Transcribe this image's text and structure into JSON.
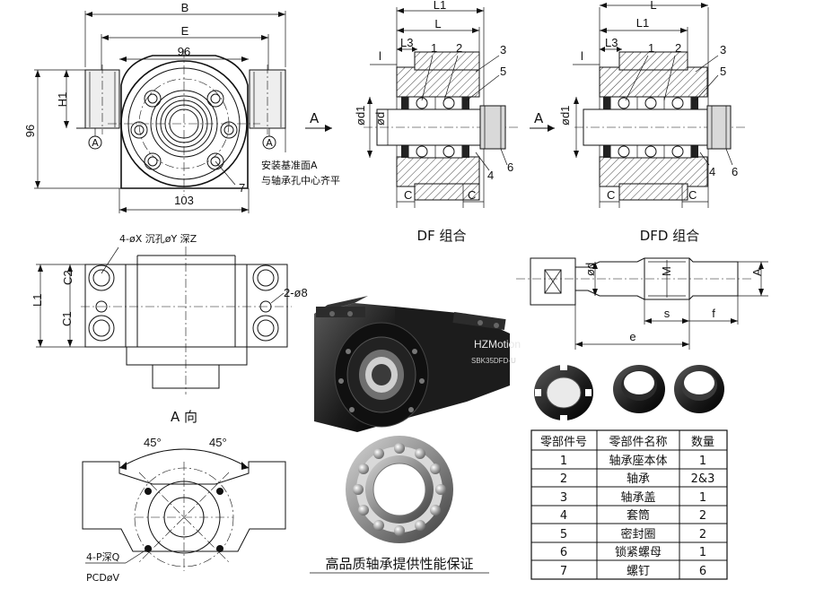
{
  "front_view": {
    "dim_B": "B",
    "dim_E": "E",
    "dim_96_top": "96",
    "dim_96_side": "96",
    "dim_H1": "H1",
    "dim_103": "103",
    "datum_A": "A",
    "callout_7": "7",
    "note_line1": "安装基准面A",
    "note_line2": "与轴承孔中心齐平"
  },
  "df_section": {
    "caption": "DF 组合",
    "dim_L1": "L1",
    "dim_L": "L",
    "dim_L3": "L3",
    "dim_l": "l",
    "dim_d1": "ød1",
    "dim_d": "ød",
    "dim_C_left": "C",
    "dim_C_right": "C",
    "arrow_A": "A",
    "parts": [
      "1",
      "2",
      "3",
      "5",
      "6",
      "4"
    ]
  },
  "dfd_section": {
    "caption": "DFD 组合",
    "dim_L": "L",
    "dim_L1": "L1",
    "dim_L3": "L3",
    "dim_l": "l",
    "dim_d1": "ød1",
    "dim_C_left": "C",
    "dim_C_right": "C",
    "arrow_A": "A",
    "parts": [
      "1",
      "2",
      "3",
      "5",
      "4",
      "6"
    ]
  },
  "top_view": {
    "hole_note": "4-øX 沉孔øY 深Z",
    "pin_note": "2-ø8",
    "dim_C2": "C2",
    "dim_C1": "C1",
    "dim_L1": "L1"
  },
  "shaft_view": {
    "dim_d": "ød",
    "dim_M": "M",
    "dim_A": "A",
    "dim_s": "s",
    "dim_f": "f",
    "dim_e": "e"
  },
  "a_view": {
    "caption": "A 向",
    "angle_left": "45°",
    "angle_right": "45°",
    "thread_note": "4-P深Q",
    "pcd_note": "PCDøV"
  },
  "product_photo": {
    "brand": "HZMotion",
    "model": "SBK35DFD-U"
  },
  "bearing_caption": "高品质轴承提供性能保证",
  "parts_table": {
    "headers": [
      "零部件号",
      "零部件名称",
      "数量"
    ],
    "rows": [
      [
        "1",
        "轴承座本体",
        "1"
      ],
      [
        "2",
        "轴承",
        "2&3"
      ],
      [
        "3",
        "轴承盖",
        "1"
      ],
      [
        "4",
        "套筒",
        "2"
      ],
      [
        "5",
        "密封圈",
        "2"
      ],
      [
        "6",
        "锁紧螺母",
        "1"
      ],
      [
        "7",
        "螺钉",
        "6"
      ]
    ]
  }
}
